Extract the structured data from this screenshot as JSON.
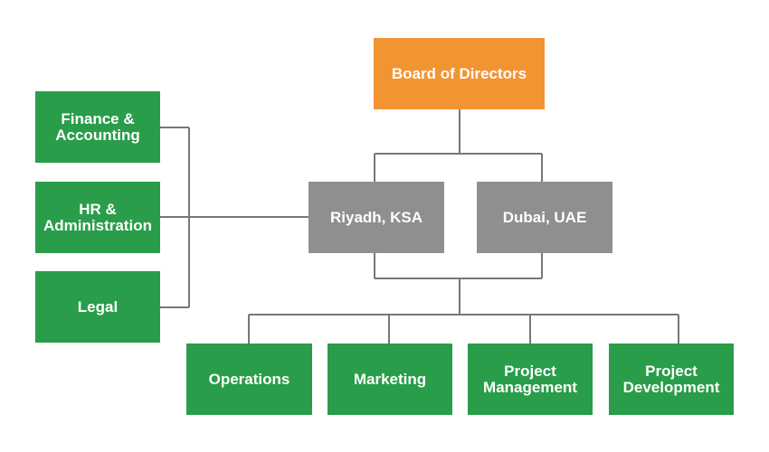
{
  "chart": {
    "board": "Board of Directors",
    "riyadh": "Riyadh, KSA",
    "dubai": "Dubai, UAE",
    "support": {
      "finance_line1": "Finance &",
      "finance_line2": "Accounting",
      "hr_line1": "HR &",
      "hr_line2": "Administration",
      "legal": "Legal"
    },
    "departments": {
      "operations": "Operations",
      "marketing": "Marketing",
      "project_management_line1": "Project",
      "project_management_line2": "Management",
      "project_development_line1": "Project",
      "project_development_line2": "Development"
    }
  },
  "colors": {
    "board": "#f39433",
    "office": "#8f8f8f",
    "department": "#2a9d4a",
    "connector": "#777777"
  }
}
